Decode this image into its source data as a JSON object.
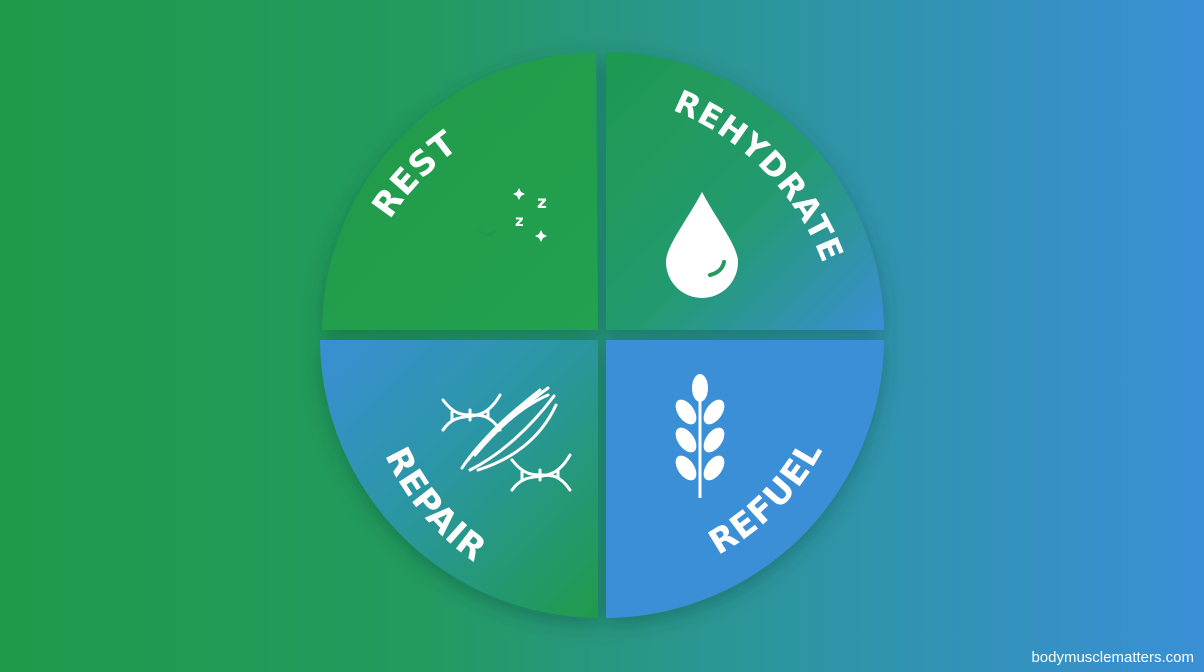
{
  "diagram": {
    "segments": [
      {
        "id": "rest",
        "label": "REST",
        "icon": "moon-sleep-icon"
      },
      {
        "id": "rehydrate",
        "label": "REHYDRATE",
        "icon": "water-drop-icon"
      },
      {
        "id": "repair",
        "label": "REPAIR",
        "icon": "muscle-dna-icon"
      },
      {
        "id": "refuel",
        "label": "REFUEL",
        "icon": "wheat-icon"
      }
    ],
    "colors": {
      "green": "#1f9a4a",
      "blue": "#3a8fd6",
      "white": "#ffffff"
    }
  },
  "footer": {
    "watermark": "bodymusclematters.com"
  }
}
